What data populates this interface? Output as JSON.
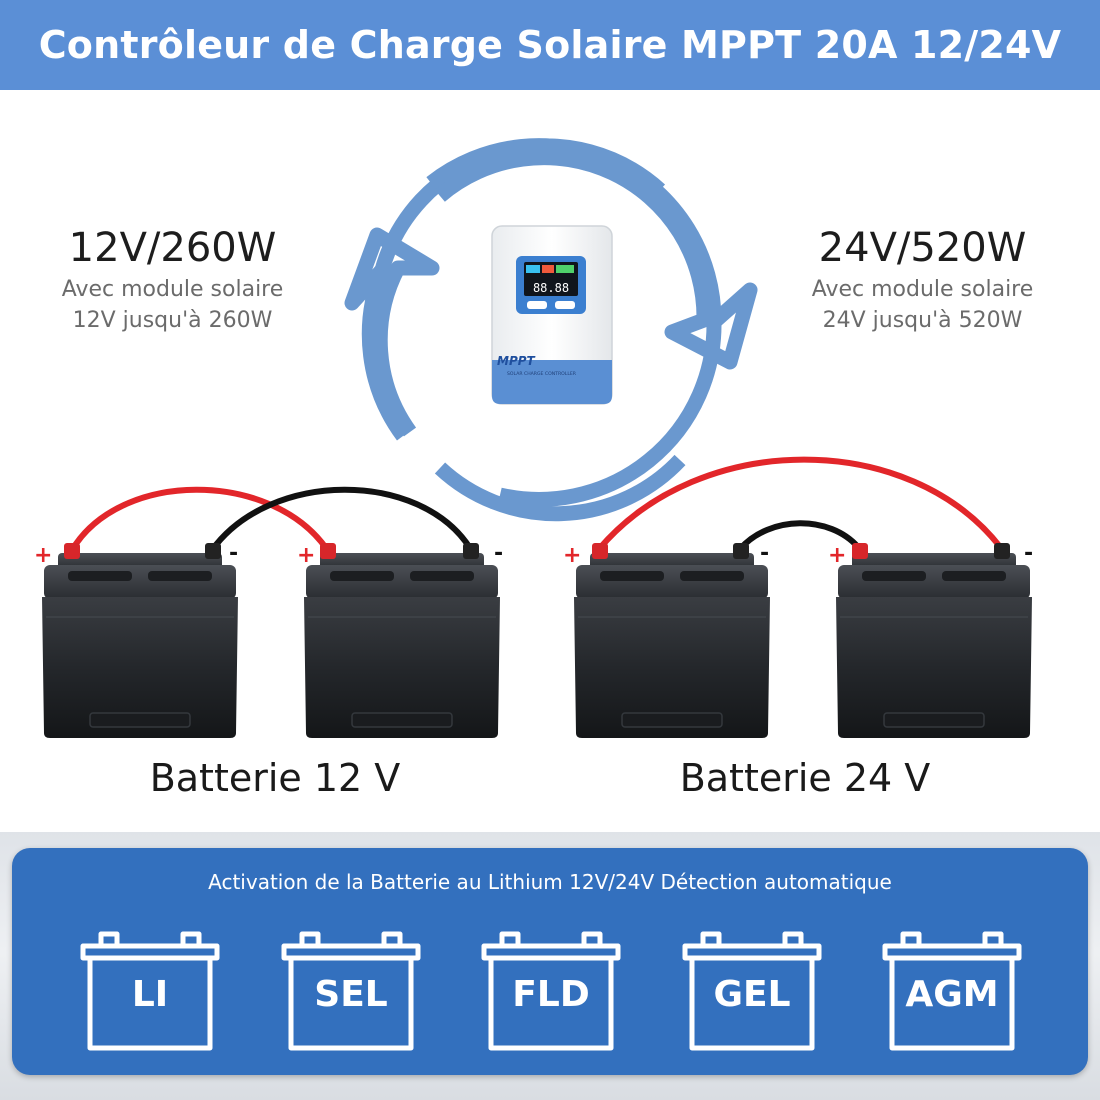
{
  "header": {
    "title": "Contrôleur de Charge Solaire MPPT 20A 12/24V"
  },
  "left_spec": {
    "value": "12V/260W",
    "line1": "Avec module solaire",
    "line2": "12V jusqu'à 260W"
  },
  "right_spec": {
    "value": "24V/520W",
    "line1": "Avec module solaire",
    "line2": "24V jusqu'à 520W"
  },
  "device": {
    "brand": "MPPT",
    "caption": "SOLAR CHARGE CONTROLLER",
    "display": "88.88"
  },
  "terminals": {
    "positive": "+",
    "negative": "-"
  },
  "banks": [
    {
      "label": "Batterie 12 V"
    },
    {
      "label": "Batterie 24 V"
    }
  ],
  "panel": {
    "title": "Activation de la Batterie au Lithium 12V/24V Détection automatique",
    "types": [
      {
        "label": "LI"
      },
      {
        "label": "SEL"
      },
      {
        "label": "FLD"
      },
      {
        "label": "GEL"
      },
      {
        "label": "AGM"
      }
    ]
  },
  "colors": {
    "header": "#5b8fd6",
    "panel": "#3370be",
    "arrow": "#6a98cf",
    "positive_wire": "#e2262a",
    "negative_wire": "#111111"
  }
}
